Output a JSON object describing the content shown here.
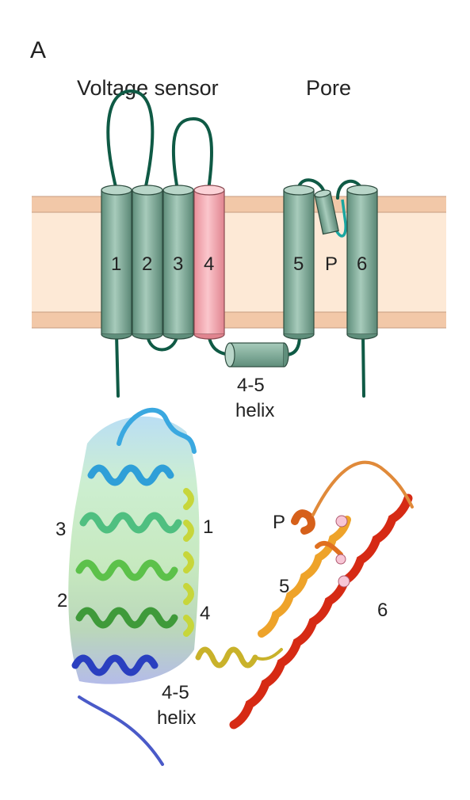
{
  "figure": {
    "panel_label": "A",
    "headings": {
      "voltage_sensor": "Voltage sensor",
      "pore": "Pore"
    },
    "schematic": {
      "helix_labels": [
        "1",
        "2",
        "3",
        "4",
        "5",
        "P",
        "6"
      ],
      "linker_label_line1": "4-5",
      "linker_label_line2": "helix"
    },
    "structure": {
      "helix_labels": [
        "3",
        "1",
        "2",
        "4",
        "P",
        "5",
        "6"
      ],
      "linker_label_line1": "4-5",
      "linker_label_line2": "helix"
    },
    "colors": {
      "helix_green": "#7aa593",
      "helix_s4_pink": "#f2a5ad",
      "loop_green": "#0f5a45",
      "membrane_band": "#f2c8a8",
      "membrane_core": "#fde9d6",
      "pore_loop_teal": "#1aa6a0",
      "ion_sites": "#f7c6d6"
    },
    "icons": [
      "voltage-sensor-schematic",
      "pore-schematic",
      "ribbon-structure"
    ]
  }
}
